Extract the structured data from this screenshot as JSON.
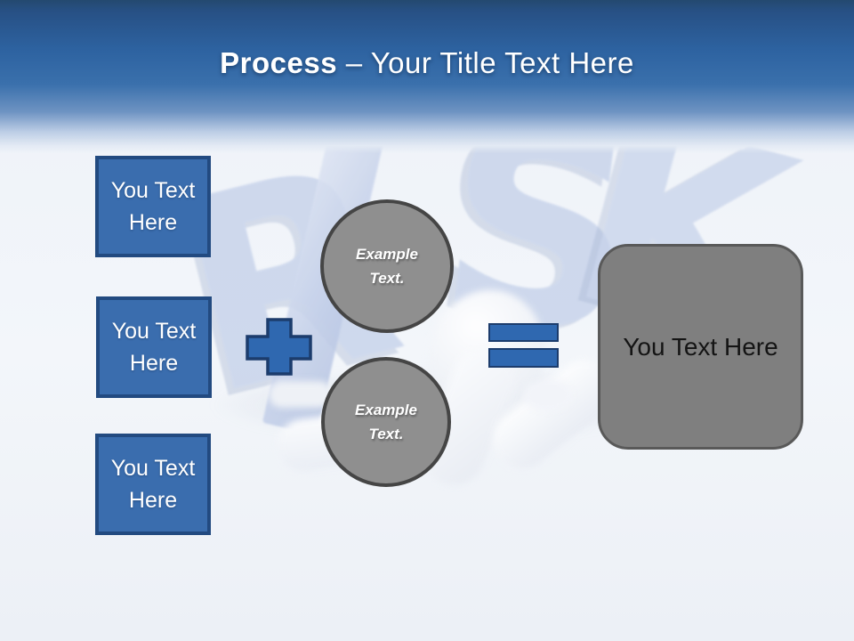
{
  "title": {
    "keyword": "Process",
    "rest": " – Your Title Text Here"
  },
  "watermark": {
    "letters": [
      "R",
      "I",
      "S",
      "K"
    ]
  },
  "input_boxes": [
    {
      "label": "You Text Here"
    },
    {
      "label": "You Text Here"
    },
    {
      "label": "You Text Here"
    }
  ],
  "operators": {
    "plus_icon": "plus-sign",
    "equals_icon": "equals-sign"
  },
  "circles": [
    {
      "label": "Example Text."
    },
    {
      "label": "Example Text."
    }
  ],
  "result_box": {
    "label": "You Text Here"
  },
  "colors": {
    "accent_blue": "#3A6DAE",
    "accent_border": "#224A80",
    "op_blue": "#2F68B0",
    "op_border": "#1C3C6C",
    "circle_gray": "#8F8F8F",
    "circle_border": "#454545",
    "result_gray": "#7F7F7F",
    "result_border": "#595959",
    "wm_blue": "#C6D2EA"
  }
}
